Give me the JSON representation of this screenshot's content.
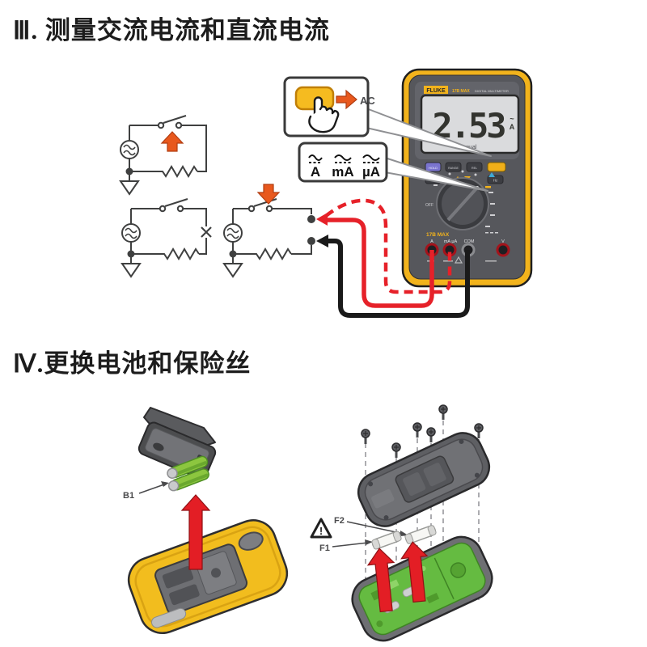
{
  "sections": {
    "three": {
      "title": "Ⅲ. 测量交流电流和直流电流",
      "callouts": {
        "ac_label": "AC",
        "range_a": "A",
        "range_ma": "mA",
        "range_ua": "µA"
      },
      "meter": {
        "brand": "FLUKE",
        "model": "17B MAX",
        "kind": "DIGITAL MULTIMETER",
        "reading": "2.53",
        "reading_unit_ac": "~",
        "reading_unit": "A",
        "mode": "Manual",
        "btn_hold": "HOLD",
        "btn_range": "RANGE",
        "btn_rel": "REL",
        "btn_hz": "Hz",
        "dial_off": "OFF",
        "strip_model": "17B MAX",
        "jack_a": "A",
        "jack_ma": "mA µA",
        "jack_com": "COM",
        "jack_v": "V"
      }
    },
    "four": {
      "title": "Ⅳ.更换电池和保险丝",
      "battery_label": "B1",
      "fuse1_label": "F1",
      "fuse2_label": "F2",
      "warning": "!"
    }
  },
  "colors": {
    "accent_orange": "#e8581d",
    "lead_red": "#e62129",
    "arrow_red": "#e31e25",
    "meter_yellow": "#f2b31c",
    "holster_yellow": "#f2bd1e",
    "battery_green": "#8cc63f",
    "pcb_green": "#65bb41",
    "case_gray": "#5e5f63"
  }
}
